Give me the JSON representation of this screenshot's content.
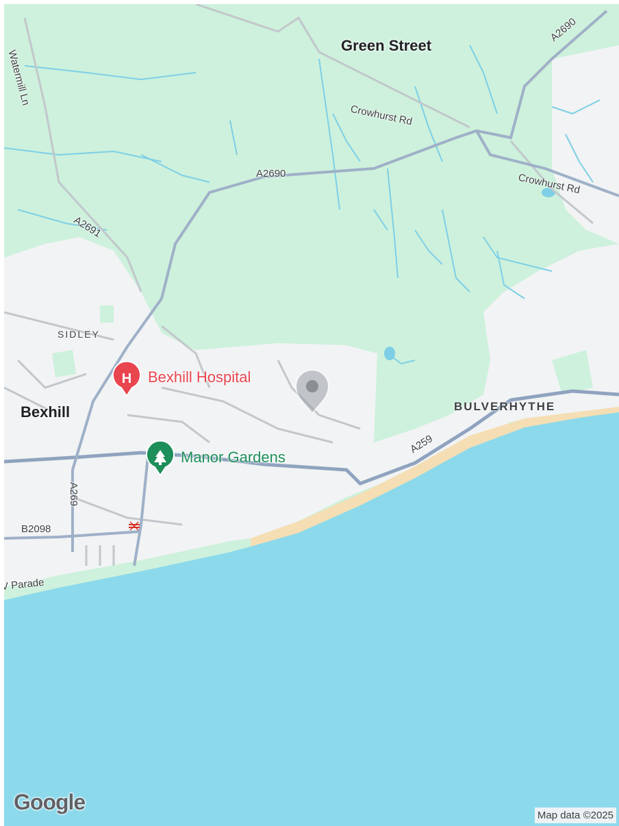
{
  "map": {
    "places": {
      "green_street": "Green Street",
      "bexhill": "Bexhill"
    },
    "districts": {
      "sidley": "SIDLEY",
      "bulverhythe": "BULVERHYTHE"
    },
    "roads": {
      "watermill": "Watermill Ln",
      "crowhurst_1": "Crowhurst Rd",
      "crowhurst_2": "Crowhurst Rd",
      "a2690_top": "A2690",
      "a2690_mid": "A2690",
      "a2691": "A2691",
      "a259": "A259",
      "a269": "A269",
      "b2098": "B2098",
      "parade": "V Parade"
    },
    "pois": {
      "hospital": {
        "label": "Bexhill Hospital",
        "icon": "hospital-icon",
        "color": "#e8454f"
      },
      "gardens": {
        "label": "Manor Gardens",
        "icon": "tree-icon",
        "color": "#1e8e5a"
      }
    },
    "dropped_pin": {
      "icon": "location-pin-icon",
      "color": "#9aa0a6"
    },
    "station_icon": "rail-station-icon"
  },
  "colors": {
    "land": "#cdf1dc",
    "urban": "#f1f3f4",
    "sea": "#8cd9ec",
    "beach": "#f5deb3",
    "major_road": "#8fa3bf",
    "minor_road": "#c2c7cc",
    "stream": "#7ecfe6"
  },
  "footer": {
    "attribution": "Map data ©2025",
    "logo": "Google"
  }
}
